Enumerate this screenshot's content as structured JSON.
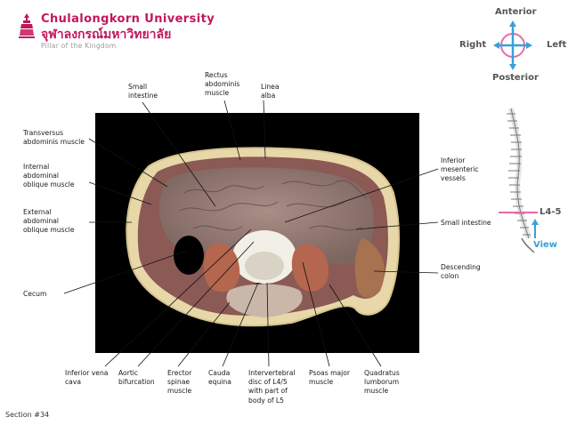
{
  "header": {
    "university_en": "Chulalongkorn University",
    "university_th": "จุฬาลงกรณ์มหาวิทยาลัย",
    "tagline": "Pillar of the Kingdom"
  },
  "orientation": {
    "anterior": "Anterior",
    "posterior": "Posterior",
    "right": "Right",
    "left": "Left"
  },
  "spine_indicator": {
    "level": "L4-5",
    "view": "View"
  },
  "labels": {
    "small_intestine_top": "Small\nintestine",
    "rectus_abdominis": "Rectus\nabdominis\nmuscle",
    "linea_alba": "Linea\nalba",
    "transversus_abdominis": "Transversus\nabdominis muscle",
    "internal_oblique": "Internal\nabdominal\noblique muscle",
    "external_oblique": "External\nabdominal\noblique muscle",
    "cecum": "Cecum",
    "inferior_mesenteric": "Inferior\nmesenteric\nvessels",
    "small_intestine_right": "Small intestine",
    "descending_colon": "Descending\ncolon",
    "inferior_vena_cava": "Inferior vena\ncava",
    "aortic_bifurcation": "Aortic\nbifurcation",
    "erector_spinae": "Erector\nspinae\nmuscle",
    "cauda_equina": "Cauda\nequina",
    "intervertebral_disc": "Intervertebral\ndisc of L4/5\nwith part of\nbody of L5",
    "psoas_major": "Psoas major\nmuscle",
    "quadratus_lumborum": "Quadratus\nlumborum\nmuscle"
  },
  "footer": {
    "section": "Section #34"
  },
  "colors": {
    "brand": "#c2185b",
    "compass_cross": "#3aa0d8",
    "compass_ring": "#e86aa6",
    "view_arrow": "#3aa0d8",
    "level_line": "#e86aa6"
  }
}
